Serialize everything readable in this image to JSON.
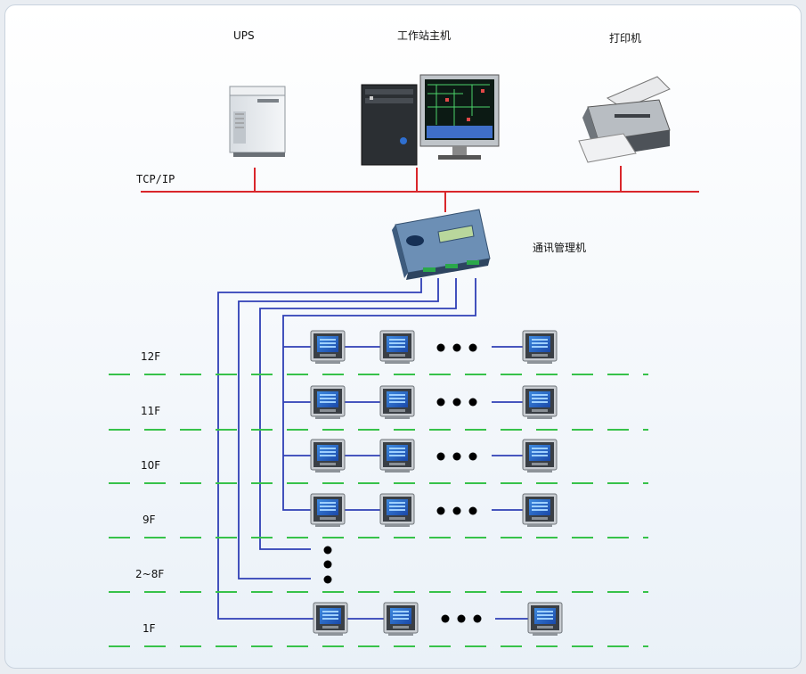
{
  "devices": {
    "ups_label": "UPS",
    "workstation_label": "工作站主机",
    "printer_label": "打印机",
    "gateway_label": "通讯管理机"
  },
  "network": {
    "bus_label": "TCP/IP"
  },
  "floors": [
    {
      "label": "12F"
    },
    {
      "label": "11F"
    },
    {
      "label": "10F"
    },
    {
      "label": "9F"
    },
    {
      "label": "2~8F"
    },
    {
      "label": "1F"
    }
  ],
  "colors": {
    "bus": "#d9262b",
    "rs485": "#2f3fb6",
    "floor_divider": "#37c24a"
  }
}
